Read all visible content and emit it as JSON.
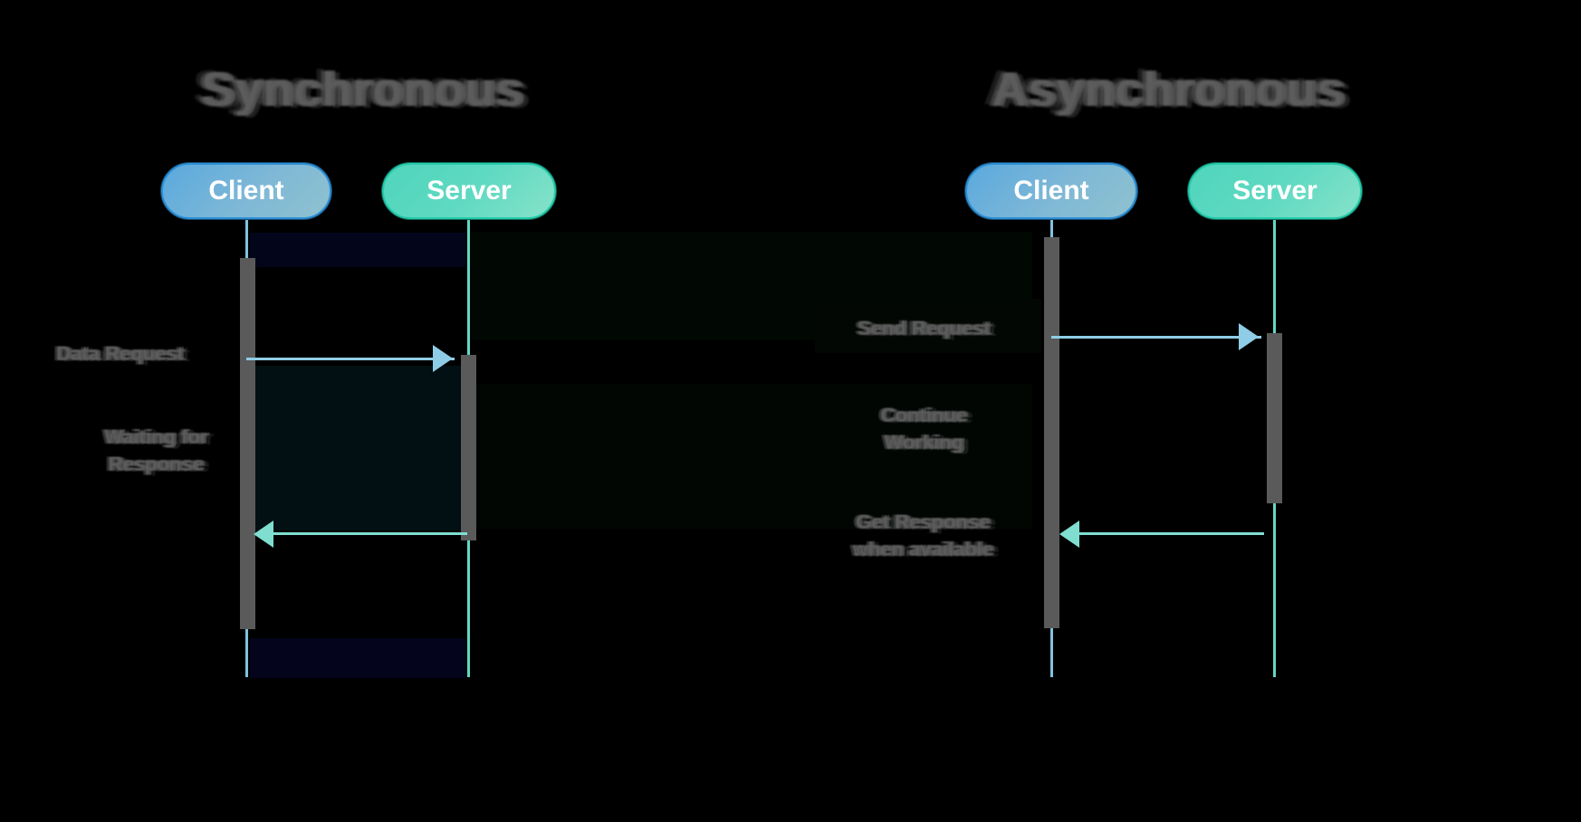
{
  "diagram": {
    "type": "sequence-diagram",
    "background_color": "#000000",
    "panels": [
      {
        "id": "synchronous",
        "title": "Synchronous",
        "participants": [
          {
            "name": "Client",
            "color": "#5aa9de",
            "border_color": "#2b8fd6"
          },
          {
            "name": "Server",
            "color": "#4fd5bb",
            "border_color": "#23cbab"
          }
        ],
        "messages": [
          {
            "label": "Data Request",
            "from": "Client",
            "to": "Server",
            "direction": "right",
            "color": "#8fcde6"
          },
          {
            "label": "Waiting for\nResponse",
            "kind": "note",
            "actor": "Client"
          },
          {
            "label": "",
            "from": "Server",
            "to": "Client",
            "direction": "left",
            "color": "#7fded0"
          }
        ]
      },
      {
        "id": "asynchronous",
        "title": "Asynchronous",
        "participants": [
          {
            "name": "Client",
            "color": "#5aa9de",
            "border_color": "#2b8fd6"
          },
          {
            "name": "Server",
            "color": "#4fd5bb",
            "border_color": "#23cbab"
          }
        ],
        "messages": [
          {
            "label": "Send Request",
            "from": "Client",
            "to": "Server",
            "direction": "right",
            "color": "#8fcde6"
          },
          {
            "label": "Continue\nWorking",
            "kind": "note",
            "actor": "Client"
          },
          {
            "label": "Get Response\nwhen available",
            "from": "Server",
            "to": "Client",
            "direction": "left",
            "color": "#7fded0"
          }
        ]
      }
    ],
    "colors": {
      "client_accent": "#5aa9de",
      "server_accent": "#4fd5bb",
      "client_lifeline": "#7fc3e0",
      "server_lifeline": "#62d8c4",
      "activation_bar": "#5a5a5a",
      "label_text": "#5d5d5d",
      "participant_text": "#ffffff",
      "title_text": "#5c5c5c",
      "request_arrow": "#8fcde6",
      "response_arrow": "#7fded0"
    }
  }
}
